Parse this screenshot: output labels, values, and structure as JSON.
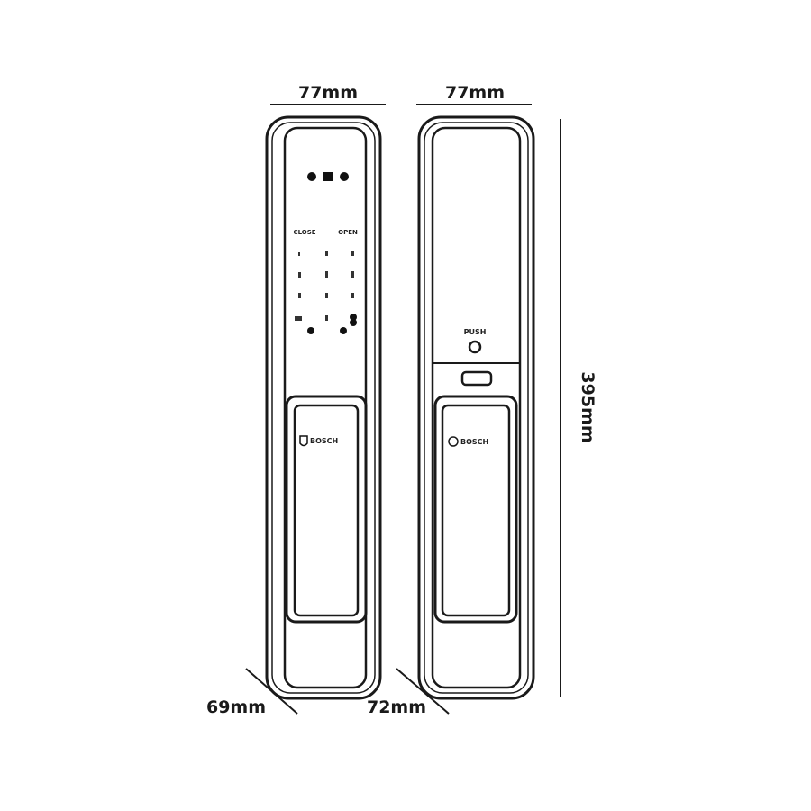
{
  "dimensions": {
    "front_width": "77mm",
    "back_width": "77mm",
    "height": "395mm",
    "front_depth": "69mm",
    "back_depth": "72mm"
  },
  "front_panel": {
    "left_key_label": "CLOSE",
    "right_key_label": "OPEN",
    "keypad_rows": 4,
    "keypad_cols": 3,
    "logo_text": "BOSCH"
  },
  "back_panel": {
    "push_label": "PUSH",
    "logo_text": "BOSCH"
  },
  "colors": {
    "line": "#1a1a1a",
    "background": "#ffffff"
  }
}
